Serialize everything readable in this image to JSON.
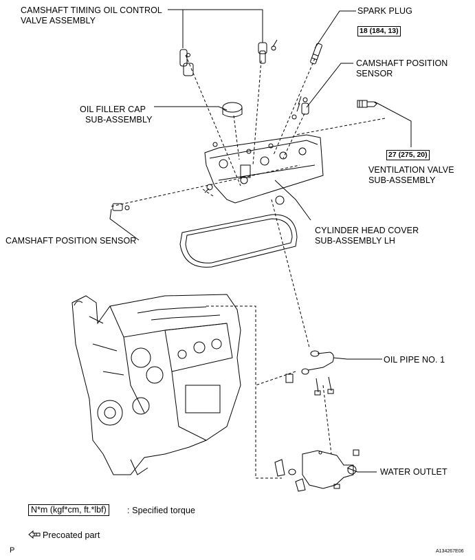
{
  "labels": {
    "camshaft_timing_valve_line1": "CAMSHAFT TIMING OIL CONTROL",
    "camshaft_timing_valve_line2": "VALVE ASSEMBLY",
    "spark_plug": "SPARK PLUG",
    "camshaft_position_sensor_top_line1": "CAMSHAFT POSITION",
    "camshaft_position_sensor_top_line2": "SENSOR",
    "oil_filler_cap_line1": "OIL FILLER CAP",
    "oil_filler_cap_line2": "SUB-ASSEMBLY",
    "ventilation_valve_line1": "VENTILATION VALVE",
    "ventilation_valve_line2": "SUB-ASSEMBLY",
    "camshaft_position_sensor_left": "CAMSHAFT POSITION SENSOR",
    "cylinder_head_cover_line1": "CYLINDER HEAD COVER",
    "cylinder_head_cover_line2": "SUB-ASSEMBLY LH",
    "oil_pipe": "OIL PIPE NO. 1",
    "water_outlet": "WATER OUTLET"
  },
  "torques": {
    "spark_plug": "18 (184, 13)",
    "ventilation_valve": "27 (275, 20)"
  },
  "legend": {
    "torque_unit": "N*m (kgf*cm, ft.*lbf)",
    "torque_desc": ": Specified torque",
    "precoated": "Precoated part"
  },
  "footer": {
    "page_marker": "P",
    "figure_id": "A134267E06"
  }
}
